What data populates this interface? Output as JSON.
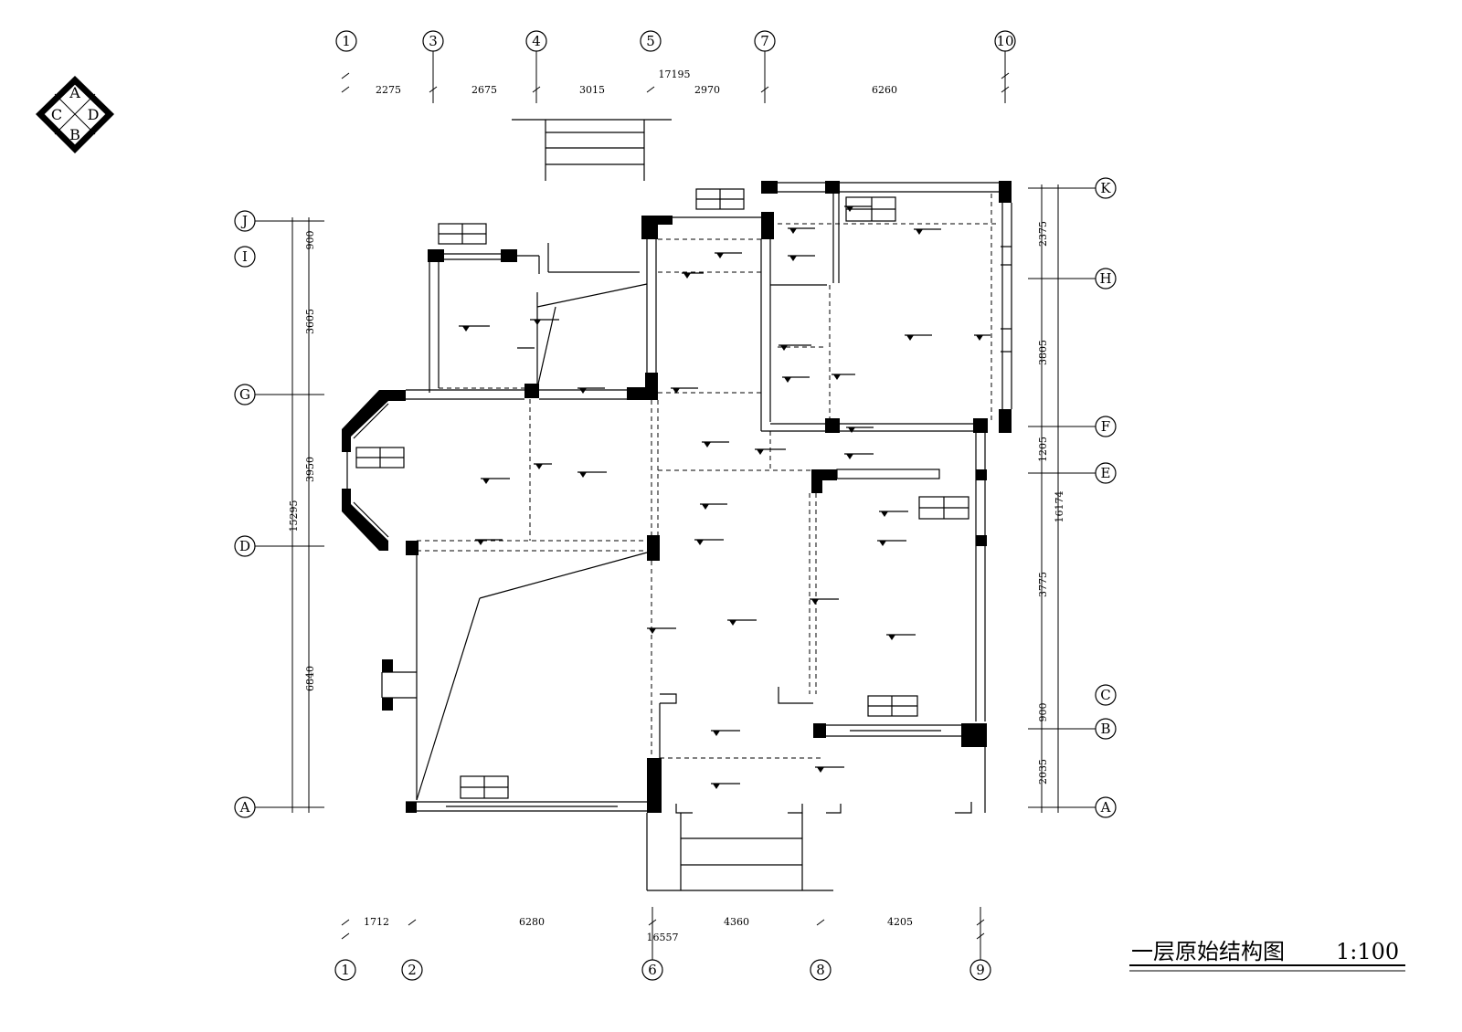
{
  "drawing": {
    "title": "一层原始结构图",
    "scale": "1:100",
    "logo_letters": [
      "A",
      "C",
      "D",
      "B"
    ]
  },
  "grid_top": [
    "1",
    "3",
    "4",
    "5",
    "7",
    "10"
  ],
  "grid_bottom": [
    "1",
    "2",
    "6",
    "8",
    "9"
  ],
  "grid_left": [
    "J",
    "I",
    "G",
    "D",
    "A"
  ],
  "grid_right": [
    "K",
    "H",
    "F",
    "E",
    "C",
    "B",
    "A"
  ],
  "dims_top": {
    "total": "17195",
    "segments": [
      "2275",
      "2675",
      "3015",
      "2970",
      "6260"
    ]
  },
  "dims_bottom": {
    "total": "16557",
    "segments": [
      "1712",
      "6280",
      "4360",
      "4205"
    ]
  },
  "dims_left": {
    "total": "15295",
    "segments": [
      "900",
      "3605",
      "3950",
      "6840"
    ]
  },
  "dims_right": {
    "total": "16174",
    "segments": [
      "2375",
      "3805",
      "1205",
      "3775",
      "900",
      "2035"
    ]
  }
}
